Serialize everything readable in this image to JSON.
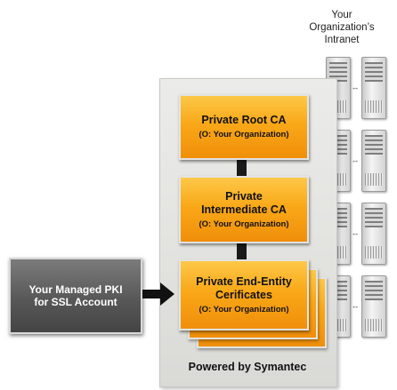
{
  "intranet": {
    "label_line1": "Your",
    "label_line2": "Organization’s",
    "label_line3": "Intranet",
    "link_glyph": "↔",
    "server_icon": "server-tower-icon"
  },
  "account": {
    "label_line1": "Your Managed PKI",
    "label_line2": "for SSL Account"
  },
  "hierarchy": {
    "root": {
      "title": "Private Root CA",
      "subtitle": "(O: Your Organization)"
    },
    "intermediate": {
      "title_line1": "Private",
      "title_line2": "Intermediate CA",
      "subtitle": "(O: Your Organization)"
    },
    "end_entity": {
      "title_line1": "Private End-Entity",
      "title_line2": "Cerificates",
      "subtitle": "(O: Your Organization)"
    }
  },
  "footer": {
    "powered_by": "Powered by Symantec"
  },
  "colors": {
    "ca_box": "#f9a818",
    "account_box": "#585858",
    "panel": "#e2e2df",
    "connector": "#1a1a1a"
  }
}
